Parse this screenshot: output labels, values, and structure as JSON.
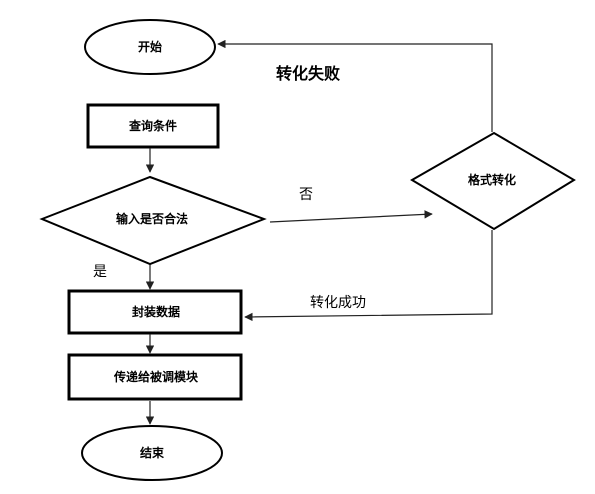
{
  "nodes": {
    "start": "开始",
    "query": "查询条件",
    "validate": "输入是否合法",
    "convert": "格式转化",
    "encapsulate": "封装数据",
    "pass": "传递给被调模块",
    "end": "结束"
  },
  "edges": {
    "convert_fail": "转化失败",
    "no": "否",
    "yes": "是",
    "convert_success": "转化成功"
  }
}
